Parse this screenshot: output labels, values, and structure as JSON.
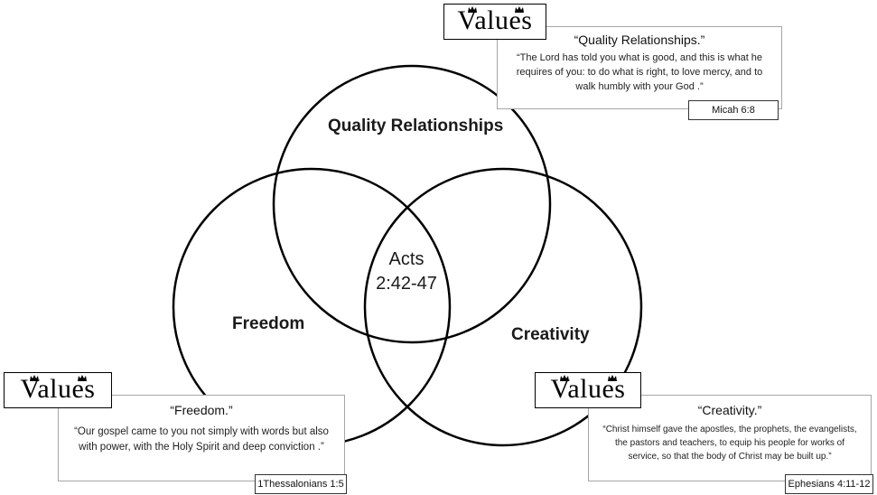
{
  "diagram": {
    "circles": [
      {
        "label": "Quality Relationships"
      },
      {
        "label": "Freedom"
      },
      {
        "label": "Creativity"
      }
    ],
    "center": {
      "line1": "Acts",
      "line2": "2:42-47"
    }
  },
  "panels": {
    "top": {
      "logo": "Values",
      "title": "“Quality Relationships.”",
      "quote": "“The Lord has told you what is good, and this is what he requires of you: to do what is right, to love mercy, and to walk humbly with your God .”",
      "reference": "Micah 6:8"
    },
    "left": {
      "logo": "Values",
      "title": "“Freedom.”",
      "quote": "“Our gospel came to you not simply with words but also with power, with the Holy Spirit and deep conviction .”",
      "reference": "1Thessalonians 1:5"
    },
    "right": {
      "logo": "Values",
      "title": "“Creativity.”",
      "quote": "“Christ himself gave the apostles, the prophets, the evangelists, the pastors and teachers, to equip his people for works of service, so that the body of Christ may be built up.”",
      "reference": "Ephesians 4:11-12"
    }
  }
}
